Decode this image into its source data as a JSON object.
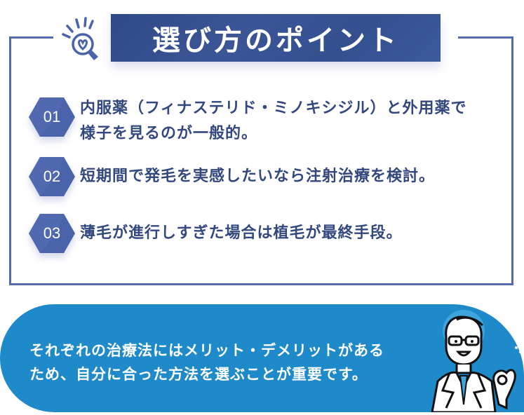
{
  "header": {
    "title": "選び方のポイント",
    "icon": "lightbulb-heart-icon"
  },
  "points": [
    {
      "number": "01",
      "text_line1": "内服薬（フィナステリド・ミノキシジル）と外用薬で",
      "text_line2": "様子を見るのが一般的。"
    },
    {
      "number": "02",
      "text_line1": "短期間で発毛を実感したいなら注射治療を検討。",
      "text_line2": ""
    },
    {
      "number": "03",
      "text_line1": "薄毛が進行しすぎた場合は植毛が最終手段。",
      "text_line2": ""
    }
  ],
  "banner": {
    "line1": "それぞれの治療法にはメリット・デメリットがある",
    "line2": "ため、自分に合った方法を選ぶことが重要です。",
    "illustration": "doctor-ok-sign-icon"
  },
  "colors": {
    "frame": "#5468b0",
    "title_bg": "#34508f",
    "text": "#33487e",
    "hex": "#4a63aa",
    "banner": "#1f8ac9"
  }
}
